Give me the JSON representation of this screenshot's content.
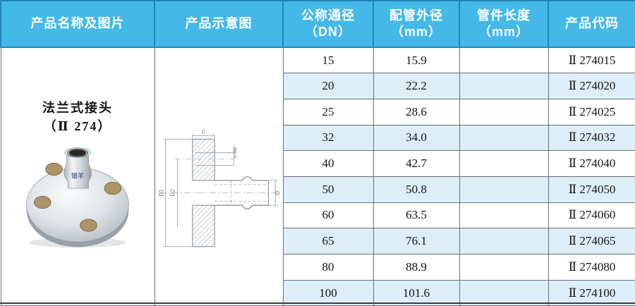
{
  "table": {
    "headers": [
      {
        "label": "产品名称及图片"
      },
      {
        "label": "产品示意图"
      },
      {
        "label": "公称通径\n（DN）"
      },
      {
        "label": "配管外径\n（mm）"
      },
      {
        "label": "管件长度\n（mm）"
      },
      {
        "label": "产品代码"
      }
    ],
    "rows": [
      {
        "dn": "15",
        "od": "15.9",
        "length": "",
        "code": "Ⅱ 274015"
      },
      {
        "dn": "20",
        "od": "22.2",
        "length": "",
        "code": "Ⅱ 274020"
      },
      {
        "dn": "25",
        "od": "28.6",
        "length": "",
        "code": "Ⅱ 274025"
      },
      {
        "dn": "32",
        "od": "34.0",
        "length": "",
        "code": "Ⅱ 274032"
      },
      {
        "dn": "40",
        "od": "42.7",
        "length": "",
        "code": "Ⅱ 274040"
      },
      {
        "dn": "50",
        "od": "50.8",
        "length": "",
        "code": "Ⅱ 274050"
      },
      {
        "dn": "60",
        "od": "63.5",
        "length": "",
        "code": "Ⅱ 274060"
      },
      {
        "dn": "65",
        "od": "76.1",
        "length": "",
        "code": "Ⅱ 274065"
      },
      {
        "dn": "80",
        "od": "88.9",
        "length": "",
        "code": "Ⅱ 274080"
      },
      {
        "dn": "100",
        "od": "101.6",
        "length": "",
        "code": "Ⅱ 274100"
      }
    ]
  },
  "product": {
    "name": "法兰式接头\n（Ⅱ 274）",
    "photo_brand": "银羊"
  },
  "diagram": {
    "dim_c": "C",
    "dim_d1": "D1",
    "dim_d2": "D2",
    "dim_d": "D",
    "dim_bolt": "n-Φd"
  },
  "colors": {
    "header_bg": "#44b8e8",
    "header_border": "#2287b6",
    "row_alt_bg": "#ddeef8",
    "grid_line": "#6a6f73",
    "text": "#141414"
  }
}
